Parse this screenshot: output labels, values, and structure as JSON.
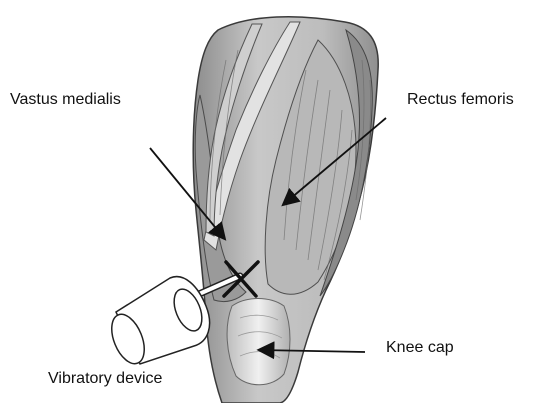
{
  "labels": {
    "vastus_medialis": "Vastus medialis",
    "rectus_femoris": "Rectus femoris",
    "knee_cap": "Knee cap",
    "vibratory_device": "Vibratory device"
  },
  "colors": {
    "muscle_light": "#d9d9d9",
    "muscle_mid": "#b5b5b5",
    "muscle_dark": "#7d7d7d",
    "outline": "#3a3a3a",
    "arrow": "#111111",
    "patella": "#eeeeee"
  },
  "icons": {
    "target_marker": "x-mark-icon",
    "device": "cylinder-vibrator-icon"
  }
}
